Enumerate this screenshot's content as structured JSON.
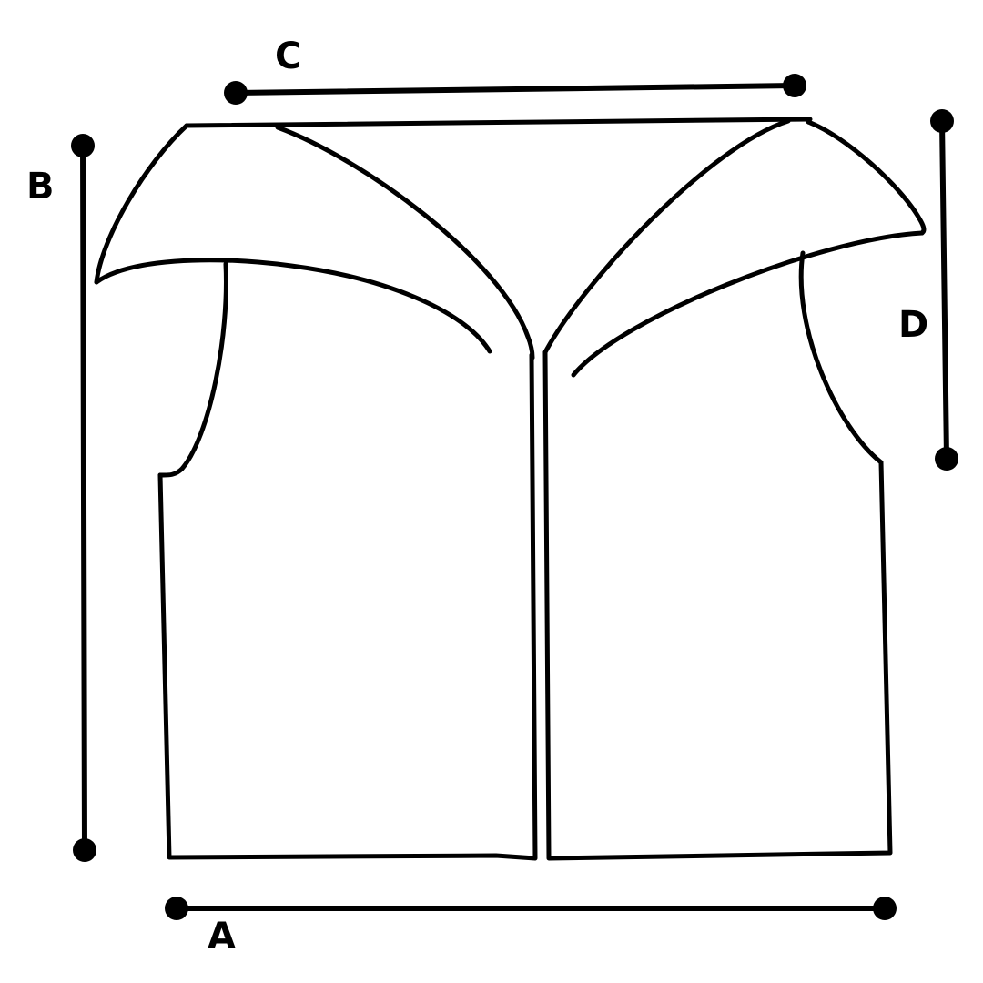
{
  "diagram": {
    "measurements": {
      "a": {
        "label": "A"
      },
      "b": {
        "label": "B"
      },
      "c": {
        "label": "C"
      },
      "d": {
        "label": "D"
      }
    }
  }
}
